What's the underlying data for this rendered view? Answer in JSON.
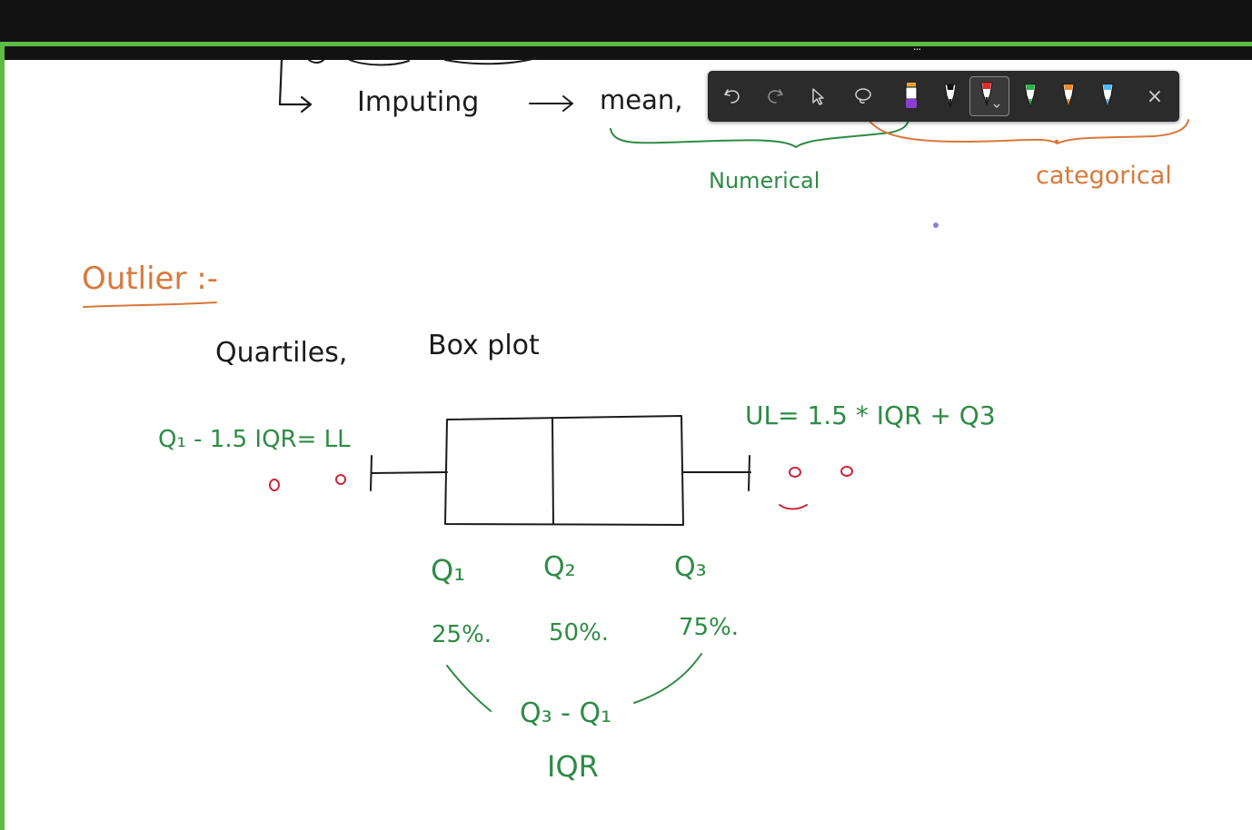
{
  "window": {
    "overflow_menu": "..."
  },
  "toolbar": {
    "icons": [
      "undo-icon",
      "redo-icon",
      "select-pointer-icon",
      "lasso-icon",
      "highlighter-icon",
      "pen-icon",
      "pen-icon",
      "pen-icon",
      "pen-icon",
      "pen-icon",
      "close-icon"
    ],
    "pen_colors": [
      "#8a3fd1",
      "#111111",
      "#e02b2b",
      "#2bb24c",
      "#f08a2c",
      "#56b8f0"
    ],
    "close_label": "×"
  },
  "note": {
    "imputing_line": {
      "label": "Imputing",
      "arrow_to": "mean,"
    },
    "brace_numerical": "Numerical",
    "brace_categorical": "categorical",
    "heading": "Outlier :-",
    "subheading_a": "Quartiles,",
    "subheading_b": "Box plot",
    "lower_limit": "Q₁ - 1.5 IQR= LL",
    "upper_limit": "UL= 1.5 * IQR + Q3",
    "quartiles": [
      {
        "label": "Q₁",
        "percent": "25%."
      },
      {
        "label": "Q₂",
        "percent": "50%."
      },
      {
        "label": "Q₃",
        "percent": "75%."
      }
    ],
    "iqr_formula": "Q₃ - Q₁",
    "iqr_label": "IQR"
  },
  "colors": {
    "green": "#2e8b45",
    "orange": "#d9783a",
    "red": "#c8283c",
    "accent_border": "#5dbb46"
  }
}
